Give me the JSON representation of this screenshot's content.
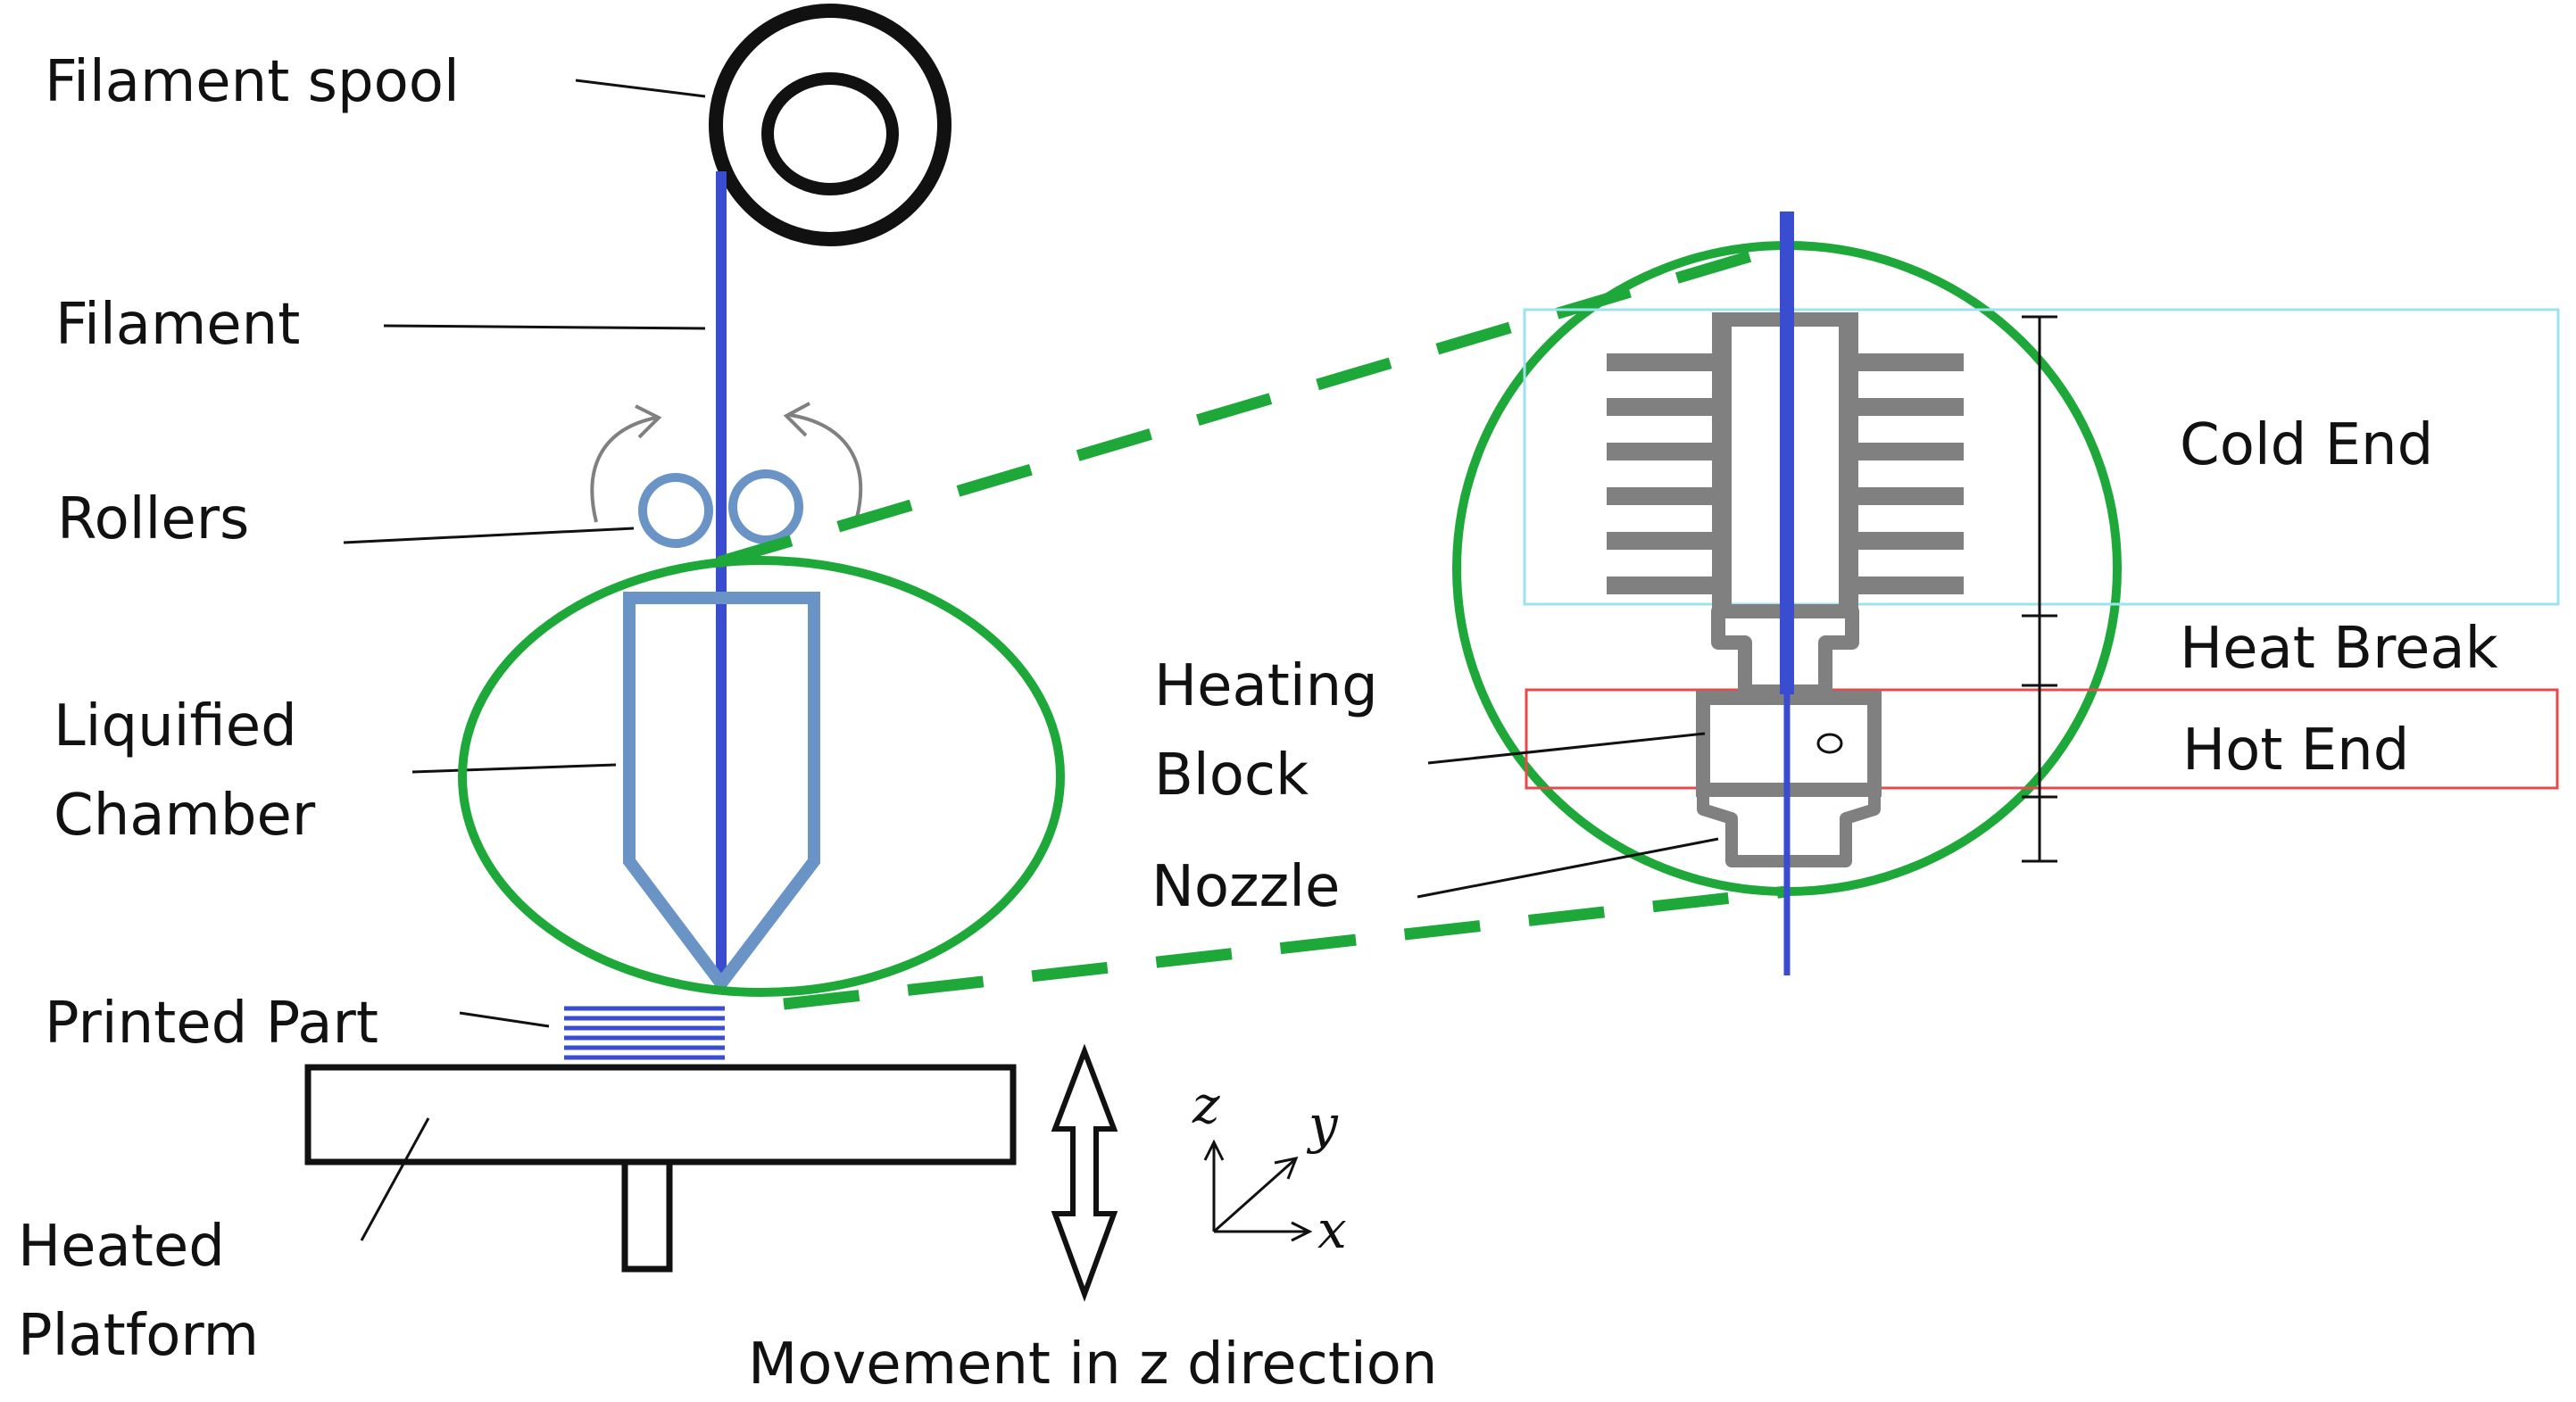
{
  "labels": {
    "filament_spool": "Filament spool",
    "filament": "Filament",
    "rollers": "Rollers",
    "liquified_line1": "Liquified",
    "liquified_line2": "Chamber",
    "printed_part": "Printed Part",
    "heated_line1": "Heated",
    "heated_line2": "Platform",
    "movement": "Movement in z direction",
    "heating_line1": "Heating",
    "heating_line2": "Block",
    "nozzle": "Nozzle",
    "cold_end": "Cold End",
    "heat_break": "Heat Break",
    "hot_end": "Hot End"
  },
  "axes": {
    "z": "z",
    "y": "y",
    "x": "x"
  },
  "colors": {
    "filament": "#3a4ccf",
    "chamber": "#6a93c6",
    "magnifier": "#1ea83a",
    "hotend_metal": "#808080",
    "cold_end_box": "#9be3ef",
    "hot_end_box": "#e64a4a",
    "outline": "#111111"
  }
}
